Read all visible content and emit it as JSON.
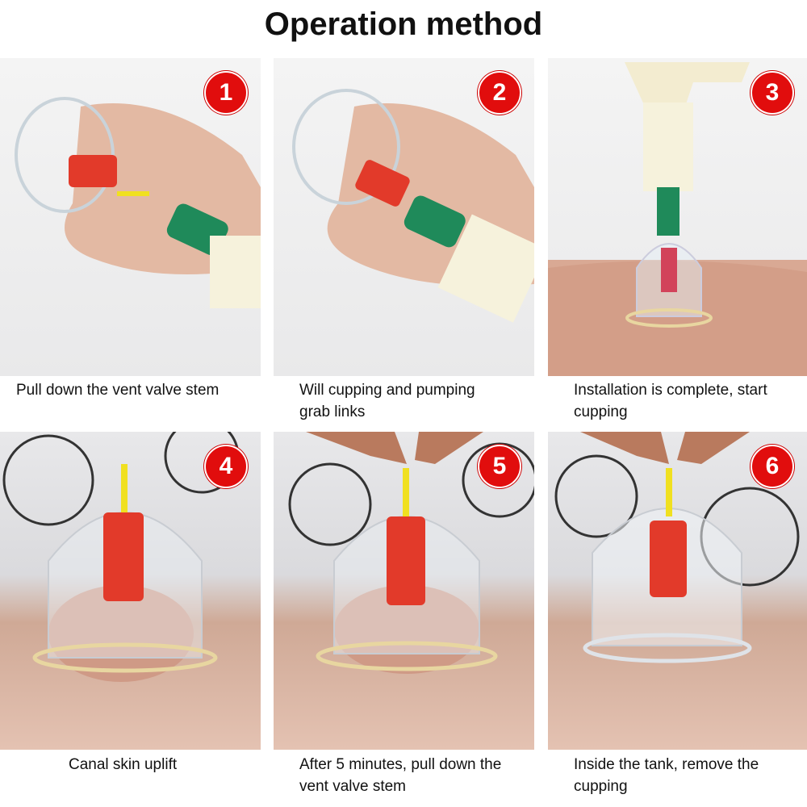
{
  "title": "Operation method",
  "steps": [
    {
      "number": "1",
      "caption": "Pull down the vent valve stem"
    },
    {
      "number": "2",
      "caption": "Will cupping and pumping grab links"
    },
    {
      "number": "3",
      "caption": "Installation is complete, start cupping"
    },
    {
      "number": "4",
      "caption": "Canal skin uplift"
    },
    {
      "number": "5",
      "caption": "After 5 minutes, pull down the vent valve stem"
    },
    {
      "number": "6",
      "caption": "Inside the tank, remove the cupping"
    }
  ],
  "colors": {
    "badge": "#e10d0d",
    "valve": "#e23a2a",
    "nozzle": "#1f8a5a",
    "skin": "#d9a994"
  }
}
